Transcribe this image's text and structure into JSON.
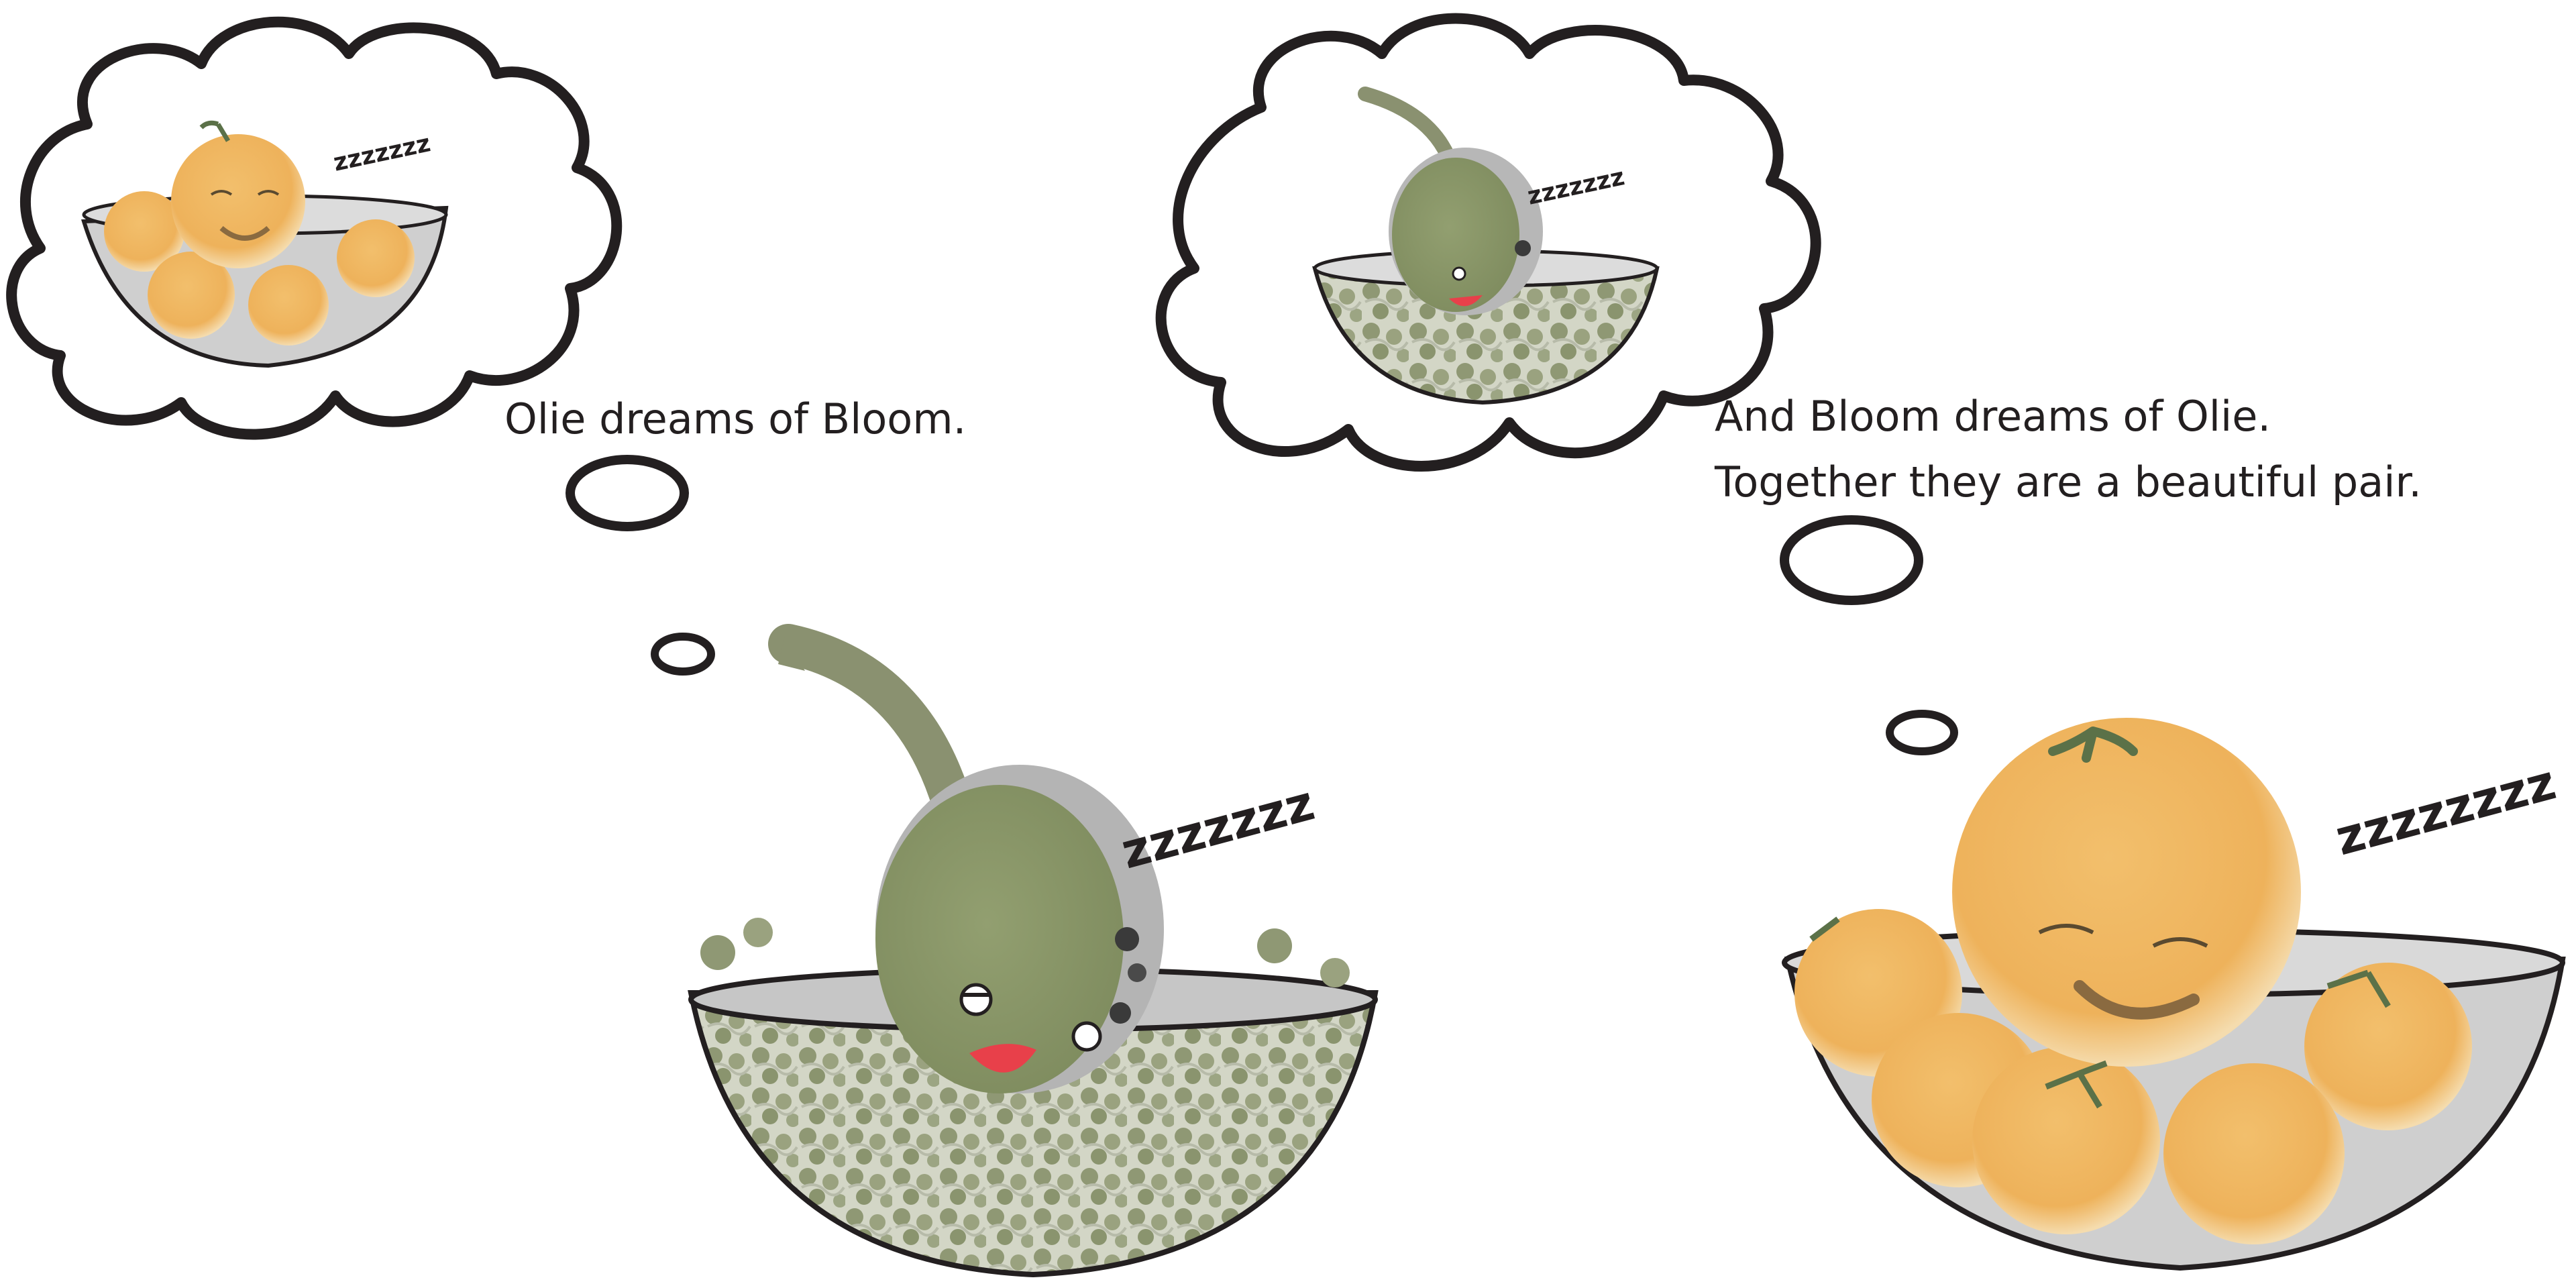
{
  "captions": {
    "left": "Olie dreams of Bloom.",
    "right_line1": "And Bloom dreams of Olie.",
    "right_line2": "Together they are a beautiful pair."
  },
  "snores": {
    "dream_left": "zzzzzzz",
    "dream_right": "zzzzzzz",
    "olive_main": "zzzzzzz",
    "bloom_main": "zzzzzzzz"
  },
  "colors": {
    "olive_body": "#8c9a6b",
    "sprout_leaf": "#9ea48a",
    "orange": "#f0b862",
    "orange_glow": "#f6dfb3",
    "bowl": "#c9c9c9",
    "outline": "#231f20",
    "mouth": "#e8404a"
  }
}
